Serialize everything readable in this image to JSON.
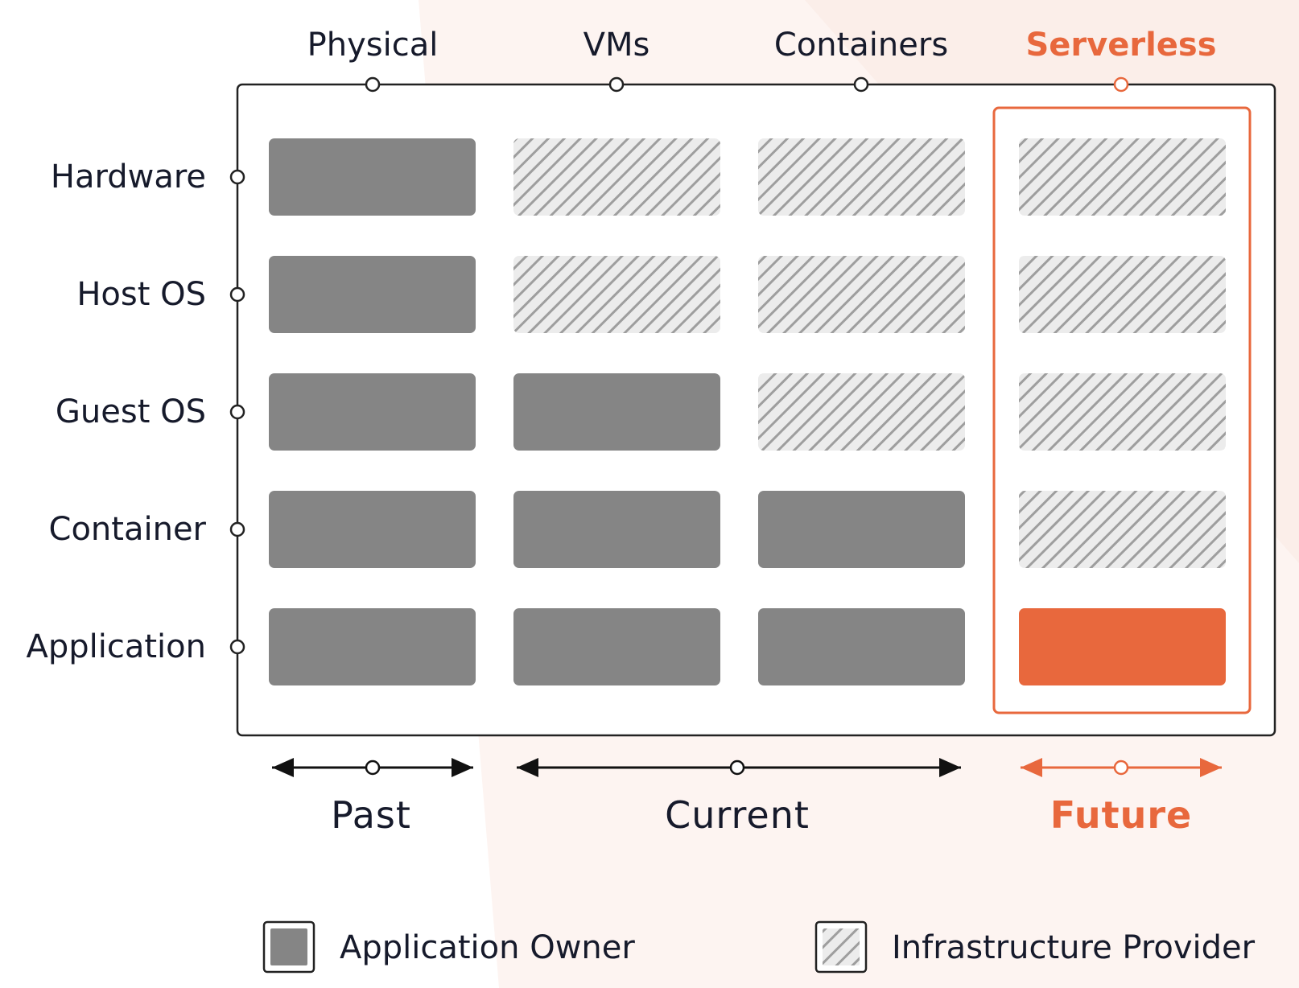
{
  "colors": {
    "owner": "#858585",
    "accent": "#e8683d",
    "text": "#161a2b",
    "frame": "#222222",
    "hatch": "#9e9e9e",
    "hatch_bg": "#ececec"
  },
  "columns": [
    {
      "label": "Physical",
      "highlight": false
    },
    {
      "label": "VMs",
      "highlight": false
    },
    {
      "label": "Containers",
      "highlight": false
    },
    {
      "label": "Serverless",
      "highlight": true
    }
  ],
  "rows": [
    "Hardware",
    "Host OS",
    "Guest OS",
    "Container",
    "Application"
  ],
  "cells": [
    [
      "owner",
      "provider",
      "provider",
      "provider"
    ],
    [
      "owner",
      "provider",
      "provider",
      "provider"
    ],
    [
      "owner",
      "owner",
      "provider",
      "provider"
    ],
    [
      "owner",
      "owner",
      "owner",
      "provider"
    ],
    [
      "owner",
      "owner",
      "owner",
      "accent"
    ]
  ],
  "eras": [
    {
      "label": "Past",
      "highlight": false
    },
    {
      "label": "Current",
      "highlight": false
    },
    {
      "label": "Future",
      "highlight": true
    }
  ],
  "legend": {
    "owner_label": "Application Owner",
    "provider_label": "Infrastructure Provider"
  }
}
